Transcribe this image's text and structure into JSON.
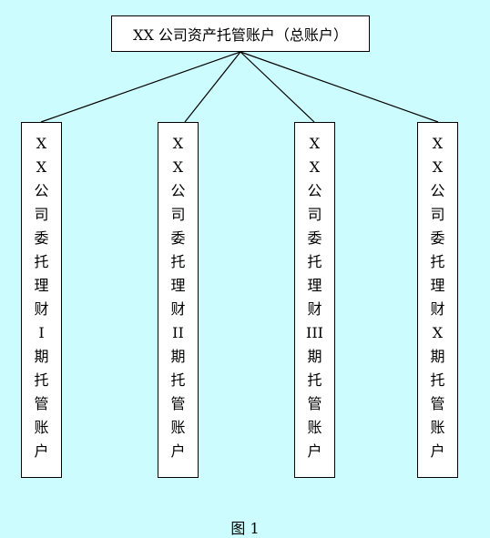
{
  "root": {
    "label": "XX 公司资产托管账户（总账户）"
  },
  "children": [
    {
      "chars": [
        "X",
        "X",
        "公",
        "司",
        "委",
        "托",
        "理",
        "财",
        "I",
        "期",
        "托",
        "管",
        "账",
        "户"
      ]
    },
    {
      "chars": [
        "X",
        "X",
        "公",
        "司",
        "委",
        "托",
        "理",
        "财",
        "II",
        "期",
        "托",
        "管",
        "账",
        "户"
      ]
    },
    {
      "chars": [
        "X",
        "X",
        "公",
        "司",
        "委",
        "托",
        "理",
        "财",
        "III",
        "期",
        "托",
        "管",
        "账",
        "户"
      ]
    },
    {
      "chars": [
        "X",
        "X",
        "公",
        "司",
        "委",
        "托",
        "理",
        "财",
        "X",
        "期",
        "托",
        "管",
        "账",
        "户"
      ]
    }
  ],
  "caption": "图 1",
  "colors": {
    "background": "#ccfcfd",
    "box_fill": "#ffffff",
    "line": "#000000"
  }
}
